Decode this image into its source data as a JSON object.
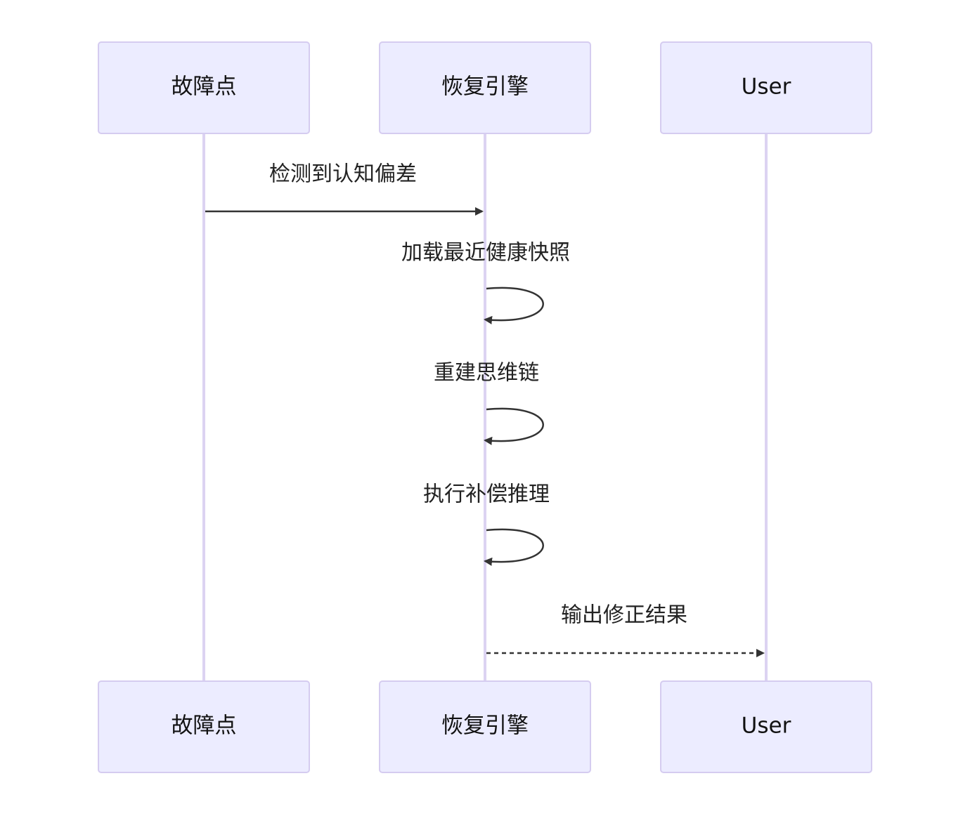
{
  "diagram": {
    "type": "sequence",
    "participants": [
      {
        "id": "fault",
        "label": "故障点"
      },
      {
        "id": "engine",
        "label": "恢复引擎"
      },
      {
        "id": "user",
        "label": "User"
      }
    ],
    "messages": [
      {
        "from": "fault",
        "to": "engine",
        "label": "检测到认知偏差",
        "style": "solid"
      },
      {
        "from": "engine",
        "to": "engine",
        "label": "加载最近健康快照",
        "style": "solid"
      },
      {
        "from": "engine",
        "to": "engine",
        "label": "重建思维链",
        "style": "solid"
      },
      {
        "from": "engine",
        "to": "engine",
        "label": "执行补偿推理",
        "style": "solid"
      },
      {
        "from": "engine",
        "to": "user",
        "label": "输出修正结果",
        "style": "dashed"
      }
    ]
  }
}
